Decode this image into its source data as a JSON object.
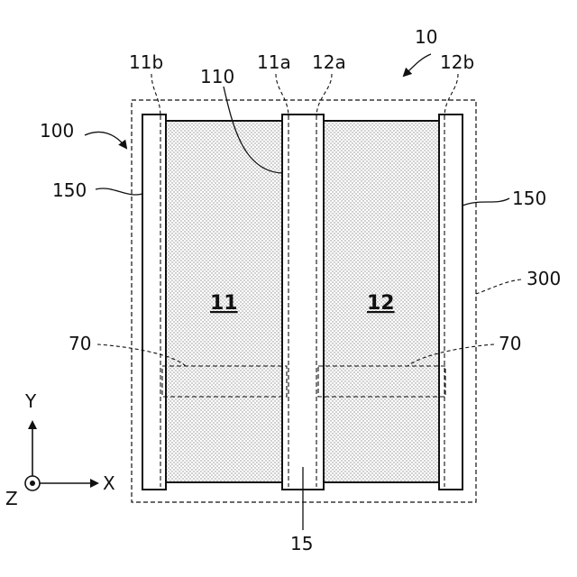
{
  "figure": {
    "labels": {
      "assembly": "10",
      "device": "100",
      "cell_left": "11",
      "cell_right": "12",
      "edge_11a": "11a",
      "edge_11b": "11b",
      "edge_12a": "12a",
      "edge_12b": "12b",
      "line_110": "110",
      "frame_150_left": "150",
      "frame_150_right": "150",
      "gap_15": "15",
      "region_70_left": "70",
      "region_70_right": "70",
      "boundary_300": "300"
    },
    "axes": {
      "y": "Y",
      "x": "X",
      "z": "Z"
    }
  },
  "colors": {
    "stroke": "#111111",
    "dots": "#9a9a9a",
    "background": "#ffffff"
  }
}
